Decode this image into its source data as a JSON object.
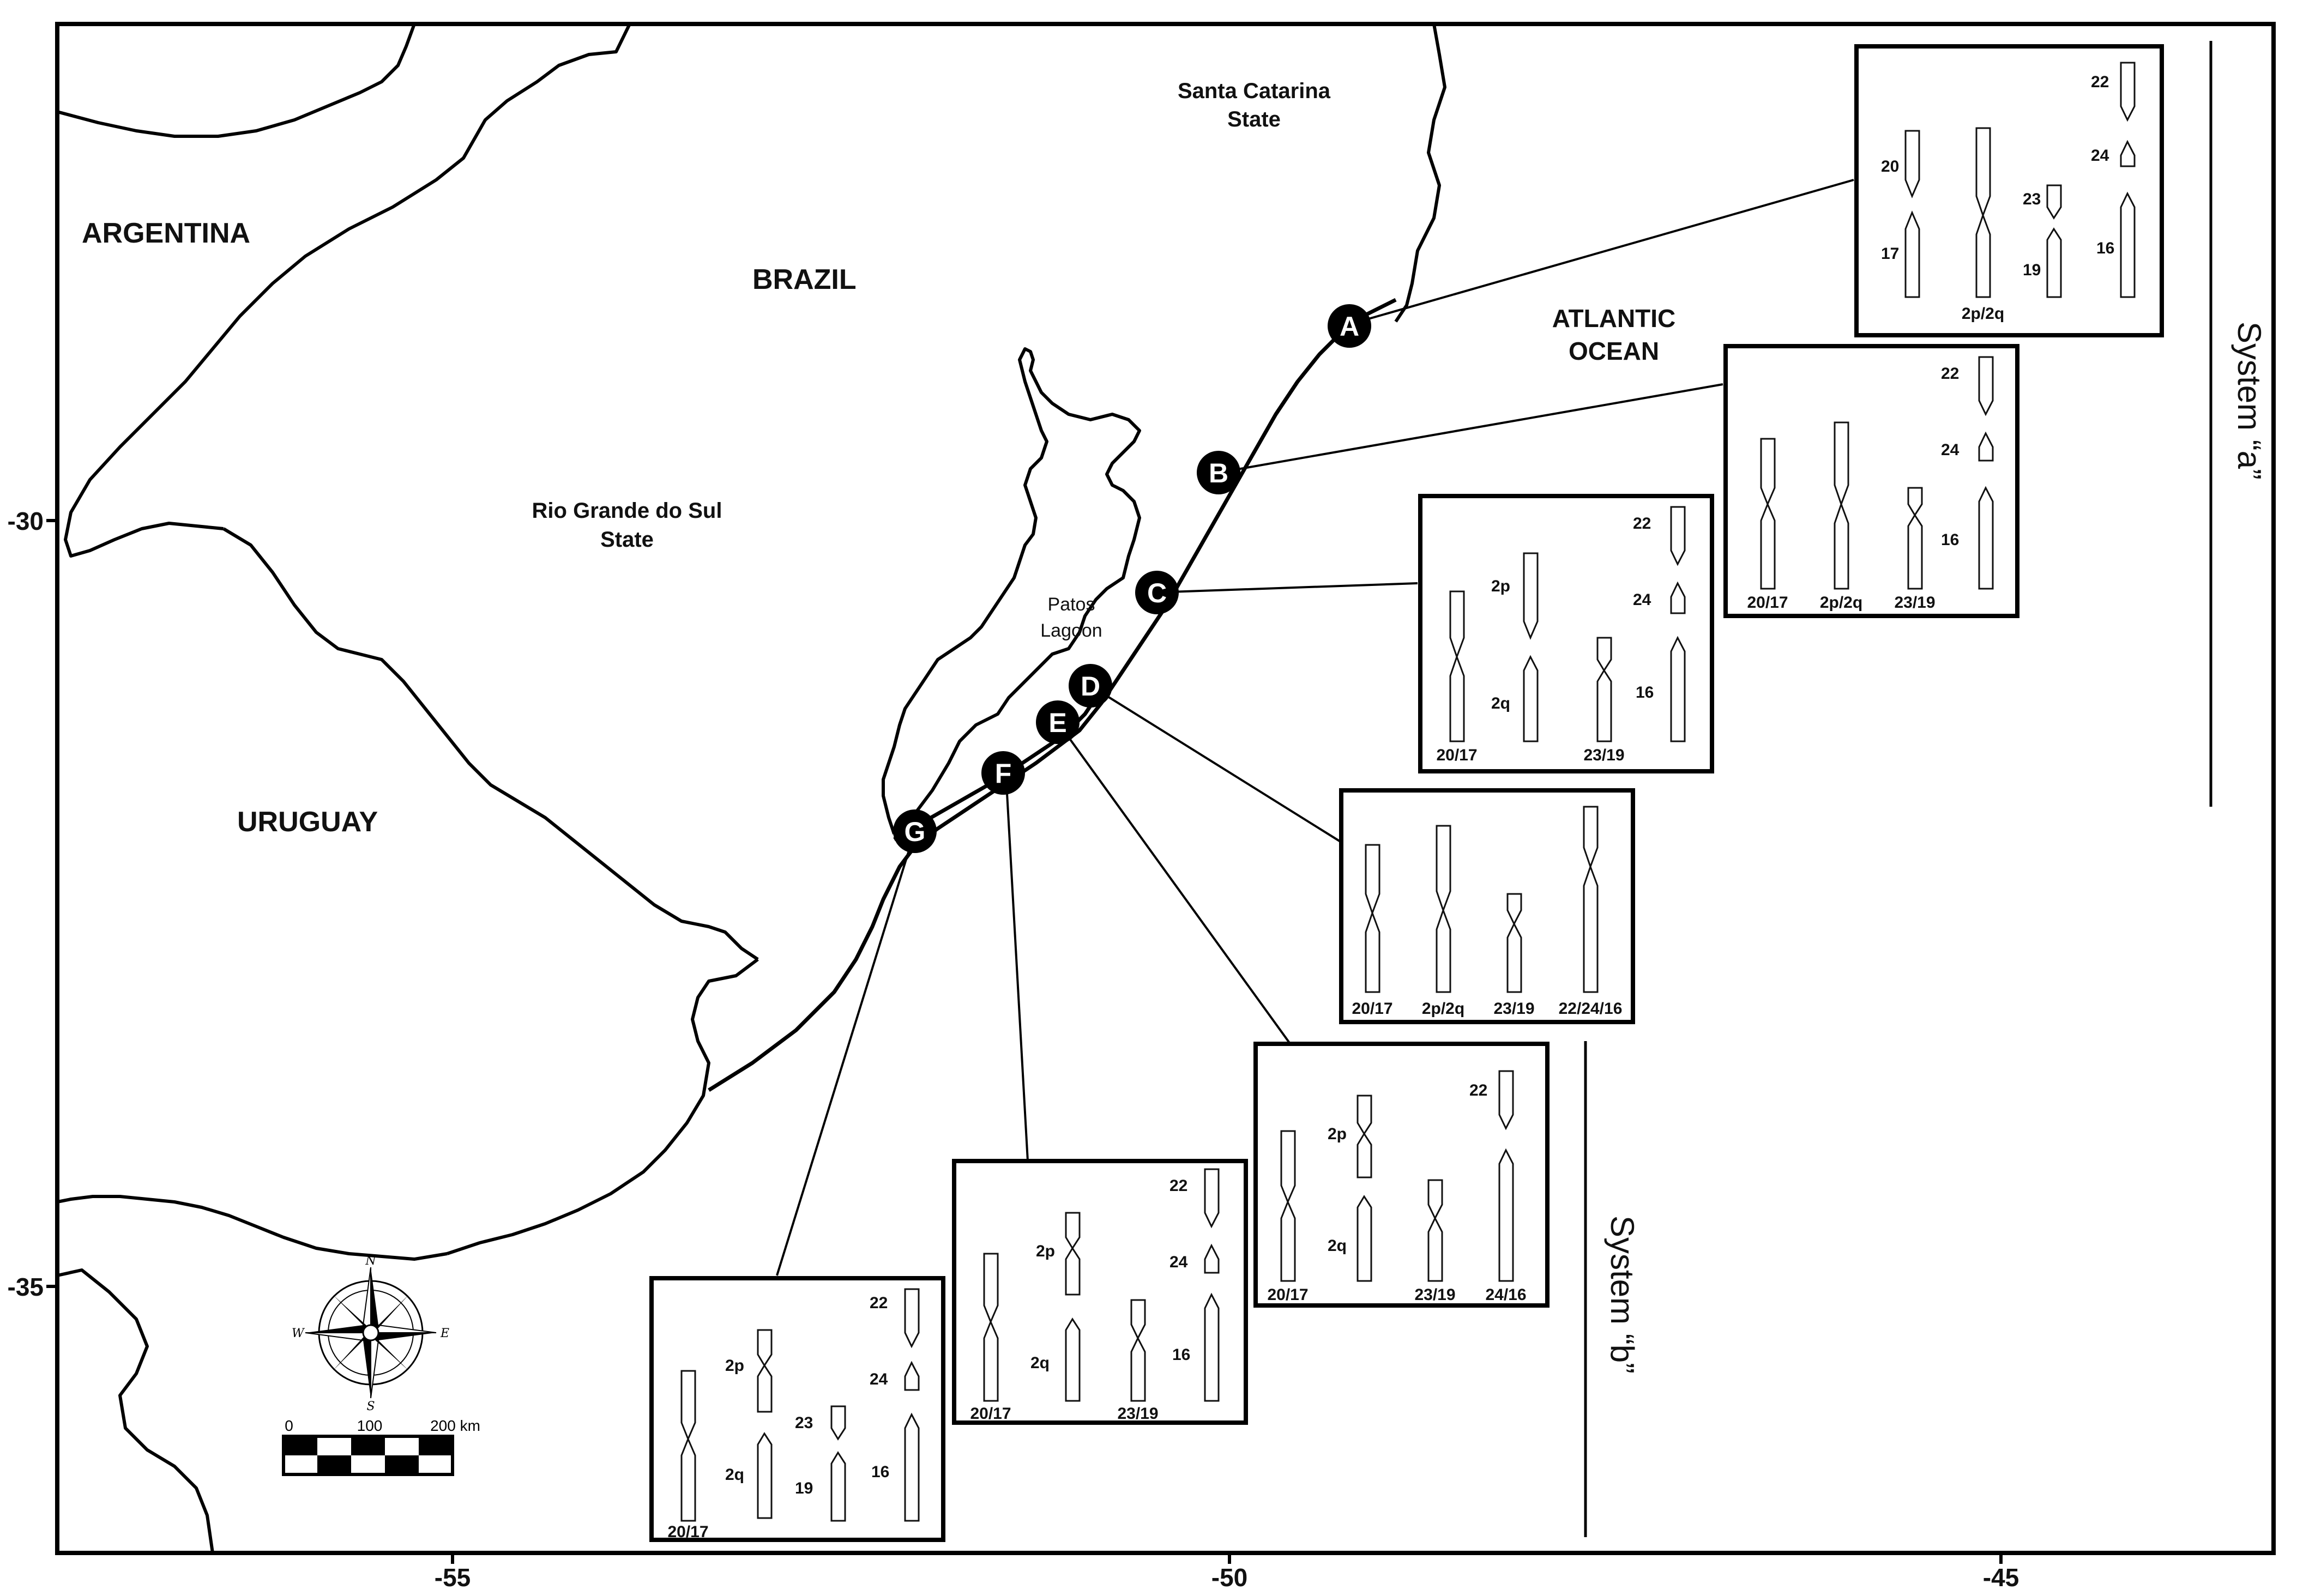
{
  "axes": {
    "x_ticks": [
      "-55",
      "-50",
      "-45"
    ],
    "y_ticks": [
      "-30",
      "-35"
    ]
  },
  "labels": {
    "argentina": "ARGENTINA",
    "brazil": "BRAZIL",
    "uruguay": "URUGUAY",
    "santa_catarina_1": "Santa Catarina",
    "santa_catarina_2": "State",
    "rio_grande_1": "Rio Grande do Sul",
    "rio_grande_2": "State",
    "atlantic_1": "ATLANTIC",
    "atlantic_2": "OCEAN",
    "patos_1": "Patos",
    "patos_2": "Lagoon"
  },
  "sites": [
    "A",
    "B",
    "C",
    "D",
    "E",
    "F",
    "G"
  ],
  "systems": {
    "a": "System “a”",
    "b": "System “b”"
  },
  "compass": {
    "n": "N",
    "s": "S",
    "e": "E",
    "w": "W"
  },
  "scale": {
    "zero": "0",
    "mid": "100",
    "max": "200 km"
  },
  "panels": {
    "A": {
      "l20": "20",
      "l17": "17",
      "l2p2q": "2p/2q",
      "l23": "23",
      "l19": "19",
      "l22": "22",
      "l24": "24",
      "l16": "16"
    },
    "B": {
      "l2017": "20/17",
      "l2p2q": "2p/2q",
      "l2319": "23/19",
      "l22": "22",
      "l24": "24",
      "l16": "16"
    },
    "C": {
      "l2p": "2p",
      "l2q": "2q",
      "l2017": "20/17",
      "l2319": "23/19",
      "l22": "22",
      "l24": "24",
      "l16": "16"
    },
    "D": {
      "l2017": "20/17",
      "l2p2q": "2p/2q",
      "l2319": "23/19",
      "l222416": "22/24/16"
    },
    "E": {
      "l2p": "2p",
      "l2q": "2q",
      "l2017": "20/17",
      "l2319": "23/19",
      "l22": "22",
      "l2416": "24/16"
    },
    "F": {
      "l2p": "2p",
      "l2q": "2q",
      "l2017": "20/17",
      "l2319": "23/19",
      "l22": "22",
      "l24": "24",
      "l16": "16"
    },
    "G": {
      "l2p": "2p",
      "l2q": "2q",
      "l2017": "20/17",
      "l23": "23",
      "l19": "19",
      "l22": "22",
      "l24": "24",
      "l16": "16"
    }
  }
}
